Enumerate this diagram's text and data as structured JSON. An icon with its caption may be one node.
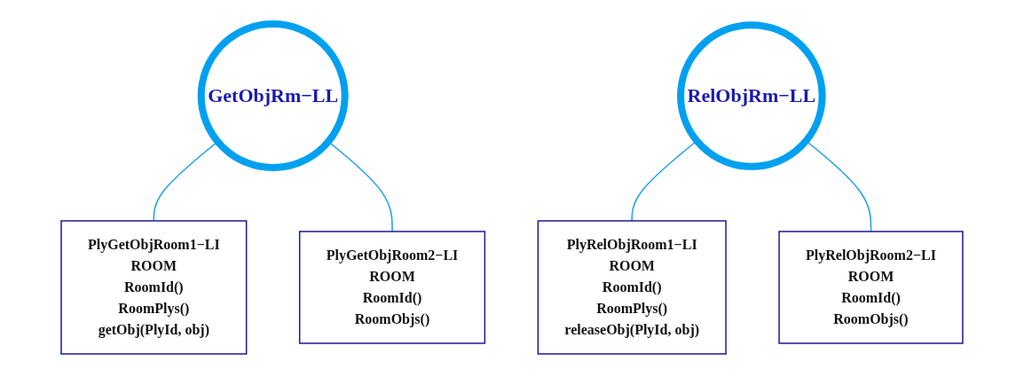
{
  "diagram": {
    "nodes": [
      {
        "text": [
          "GetObjRm−LL"
        ]
      },
      {
        "text": [
          "PlyGetObjRoom1−LI",
          "ROOM",
          "RoomId()",
          "RoomPlys()",
          "getObj(PlyId, obj)"
        ]
      },
      {
        "text": [
          "PlyGetObjRoom2−LI",
          "ROOM",
          "RoomId()",
          "RoomObjs()"
        ]
      },
      {
        "text": [
          "RelObjRm−LL"
        ]
      },
      {
        "text": [
          "PlyRelObjRoom1−LI",
          "ROOM",
          "RoomId()",
          "RoomPlys()",
          "releaseObj(PlyId, obj)"
        ]
      },
      {
        "text": [
          "PlyRelObjRoom2−LI",
          "ROOM",
          "RoomId()",
          "RoomObjs()"
        ]
      }
    ],
    "edges": [
      {
        "from": 0,
        "to": 1,
        "arrow": "none"
      },
      {
        "from": 0,
        "to": 2,
        "arrow": "none"
      },
      {
        "from": 3,
        "to": 4,
        "arrow": "none"
      },
      {
        "from": 3,
        "to": 5,
        "arrow": "none"
      }
    ]
  }
}
